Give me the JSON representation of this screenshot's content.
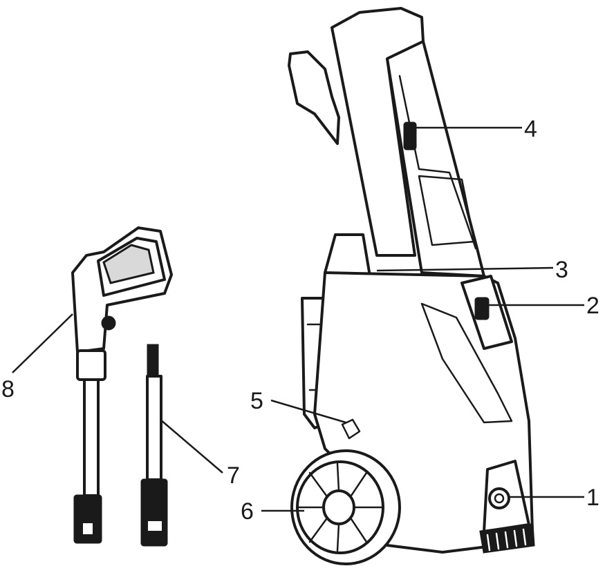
{
  "callouts": [
    {
      "id": "1",
      "label": "1"
    },
    {
      "id": "2",
      "label": "2"
    },
    {
      "id": "3",
      "label": "3"
    },
    {
      "id": "4",
      "label": "4"
    },
    {
      "id": "5",
      "label": "5"
    },
    {
      "id": "6",
      "label": "6"
    },
    {
      "id": "7",
      "label": "7"
    },
    {
      "id": "8",
      "label": "8"
    }
  ],
  "colors": {
    "ink": "#1a1a1a",
    "background": "#ffffff"
  }
}
